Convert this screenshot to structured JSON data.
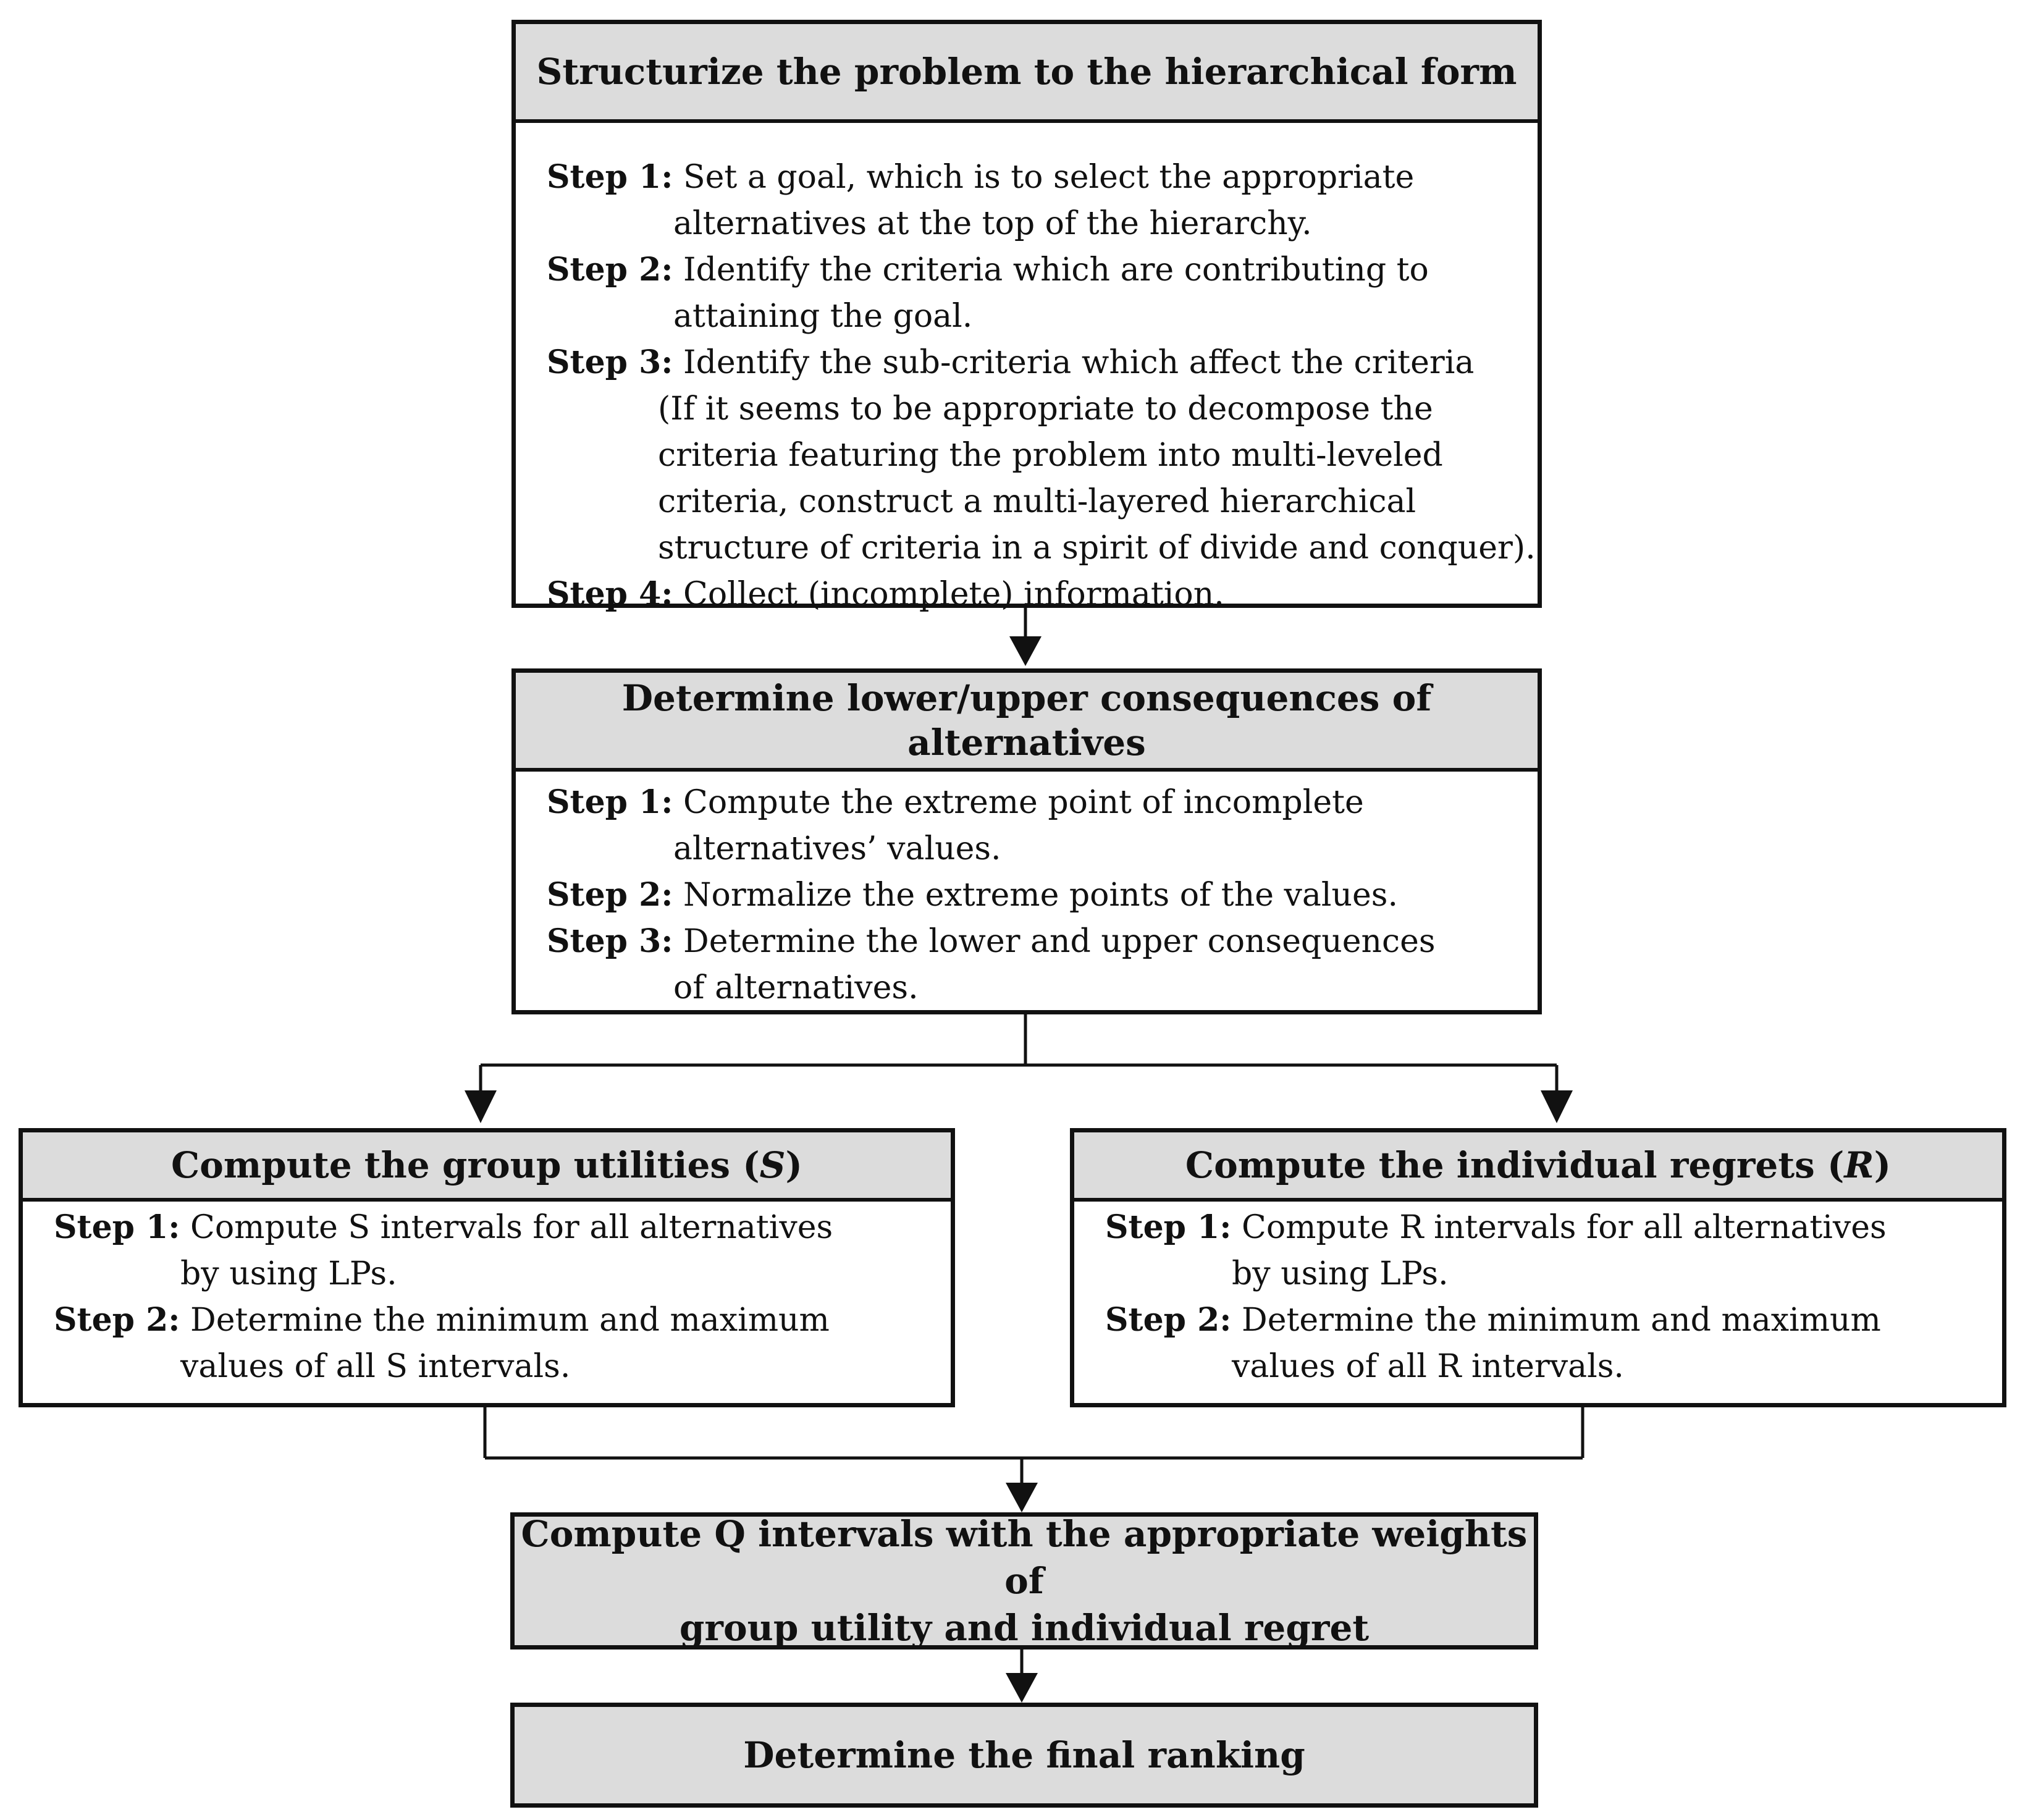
{
  "boxes": {
    "structurize": {
      "title": "Structurize the problem to the hierarchical form",
      "steps": [
        {
          "label": "Step 1:",
          "line1": "Set a goal, which is to select the appropriate",
          "rest": [
            "alternatives at the top of the hierarchy."
          ]
        },
        {
          "label": "Step 2:",
          "line1": "Identify the criteria which are contributing to",
          "rest": [
            "attaining the goal."
          ]
        },
        {
          "label": "Step 3:",
          "line1": "Identify the sub-criteria which affect the criteria",
          "rest": [
            "(If it seems to be appropriate to decompose the",
            "criteria featuring the problem into multi-leveled",
            "criteria, construct a multi-layered hierarchical",
            "structure of criteria in a spirit of divide and conquer)."
          ]
        },
        {
          "label": "Step 4:",
          "line1": "Collect (incomplete) information.",
          "rest": []
        }
      ]
    },
    "determine_consequences": {
      "title": "Determine lower/upper consequences of alternatives",
      "steps": [
        {
          "label": "Step 1:",
          "line1": "Compute the extreme point of incomplete",
          "rest": [
            "alternatives’ values."
          ]
        },
        {
          "label": "Step 2:",
          "line1": "Normalize the extreme points of the values.",
          "rest": []
        },
        {
          "label": "Step 3:",
          "line1": "Determine the lower and upper consequences",
          "rest": [
            "of alternatives."
          ]
        }
      ]
    },
    "group_utilities": {
      "title_prefix": "Compute the group utilities (",
      "title_symbol": "S",
      "title_suffix": ")",
      "steps": [
        {
          "label": "Step 1:",
          "line1": "Compute S intervals for all alternatives",
          "rest": [
            "by using LPs."
          ]
        },
        {
          "label": "Step 2:",
          "line1": "Determine the minimum and maximum",
          "rest": [
            "values of all S intervals."
          ]
        }
      ]
    },
    "individual_regrets": {
      "title_prefix": "Compute the individual regrets (",
      "title_symbol": "R",
      "title_suffix": ")",
      "steps": [
        {
          "label": "Step 1:",
          "line1": "Compute R intervals for all alternatives",
          "rest": [
            "by using LPs."
          ]
        },
        {
          "label": "Step 2:",
          "line1": "Determine the minimum and maximum",
          "rest": [
            "values of all R intervals."
          ]
        }
      ]
    },
    "q_intervals": {
      "title_line1": "Compute Q intervals with the appropriate weights of",
      "title_line2": "group utility and individual regret"
    },
    "final_ranking": {
      "title": "Determine the final ranking"
    }
  }
}
